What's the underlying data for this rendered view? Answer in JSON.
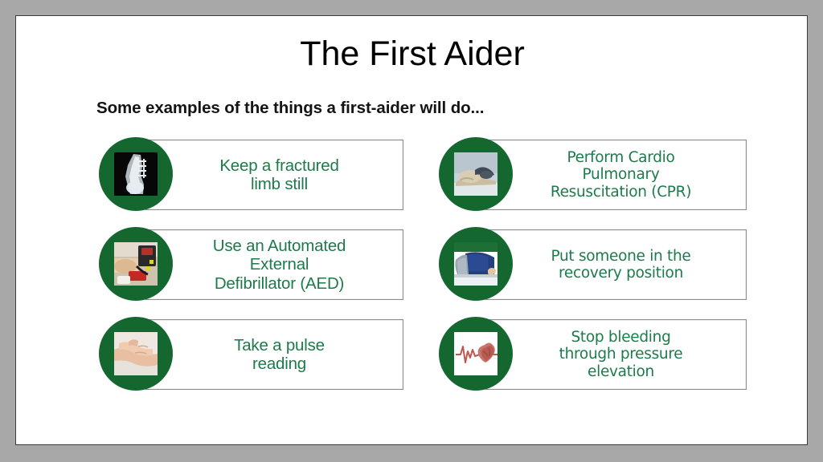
{
  "slide": {
    "title": "The First Aider",
    "subtitle": "Some examples of the things a first-aider will do...",
    "background_color": "#a8a8a8",
    "canvas_color": "#ffffff",
    "badge_color": "#14672f",
    "text_color": "#1d7a4a",
    "box_border_color": "#8d8d8d"
  },
  "items": [
    {
      "id": "keep-fractured-limb-still",
      "column": "left",
      "row": 1,
      "lines": [
        "Keep a fractured",
        "limb still"
      ],
      "icon_name": "xray-ankle-fracture-photo"
    },
    {
      "id": "use-automated-external-defibrillator",
      "column": "left",
      "row": 2,
      "lines": [
        "Use an Automated",
        "External",
        "Defibrillator (AED)"
      ],
      "icon_name": "aed-defibrillator-photo"
    },
    {
      "id": "take-a-pulse-reading",
      "column": "left",
      "row": 3,
      "lines": [
        "Take a pulse",
        "reading"
      ],
      "icon_name": "pulse-check-hands-photo"
    },
    {
      "id": "perform-cpr",
      "column": "right",
      "row": 1,
      "lines": [
        "Perform Cardio",
        "Pulmonary",
        "Resuscitation (CPR)"
      ],
      "icon_name": "cpr-manikin-photo"
    },
    {
      "id": "recovery-position",
      "column": "right",
      "row": 2,
      "lines": [
        "Put someone in the",
        "recovery position"
      ],
      "icon_name": "recovery-position-photo"
    },
    {
      "id": "stop-bleeding-pressure-elevation",
      "column": "right",
      "row": 3,
      "lines": [
        "Stop bleeding",
        "through pressure",
        "elevation"
      ],
      "icon_name": "ecg-heart-bleeding-photo"
    }
  ]
}
